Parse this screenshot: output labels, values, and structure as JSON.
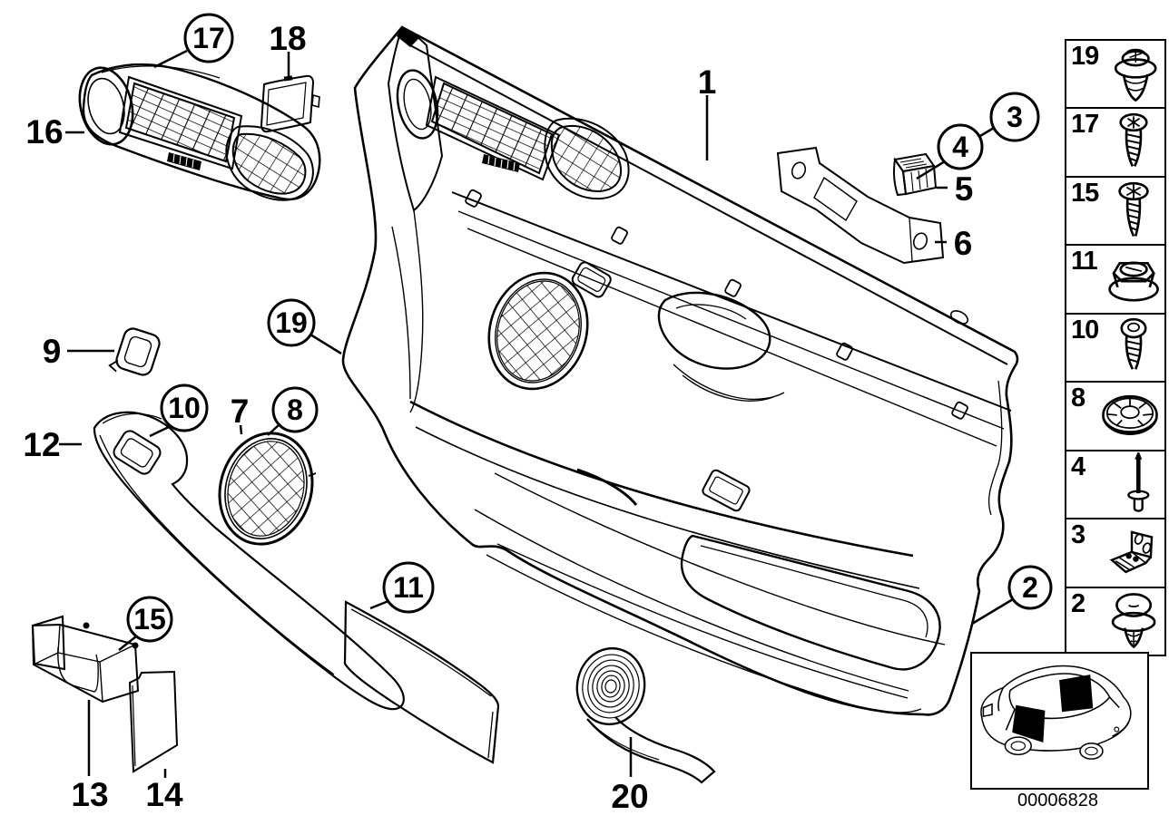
{
  "figure": {
    "part_number": "00006828",
    "callouts": {
      "1": "1",
      "2": "2",
      "3": "3",
      "4": "4",
      "5": "5",
      "6": "6",
      "7": "7",
      "8": "8",
      "9": "9",
      "10": "10",
      "11": "11",
      "12": "12",
      "13": "13",
      "14": "14",
      "15": "15",
      "16": "16",
      "17": "17",
      "18": "18",
      "19": "19",
      "20": "20"
    }
  },
  "sidebar": {
    "items": [
      {
        "label": "19",
        "icon": "expansion-rivet-icon"
      },
      {
        "label": "17",
        "icon": "pan-head-screw-icon"
      },
      {
        "label": "15",
        "icon": "pan-head-screw-icon"
      },
      {
        "label": "11",
        "icon": "plastic-flange-nut-icon"
      },
      {
        "label": "10",
        "icon": "round-head-screw-icon"
      },
      {
        "label": "8",
        "icon": "finned-washer-icon"
      },
      {
        "label": "4",
        "icon": "blind-rivet-pin-icon"
      },
      {
        "label": "3",
        "icon": "angle-bracket-icon"
      },
      {
        "label": "2",
        "icon": "push-clip-icon"
      }
    ]
  }
}
